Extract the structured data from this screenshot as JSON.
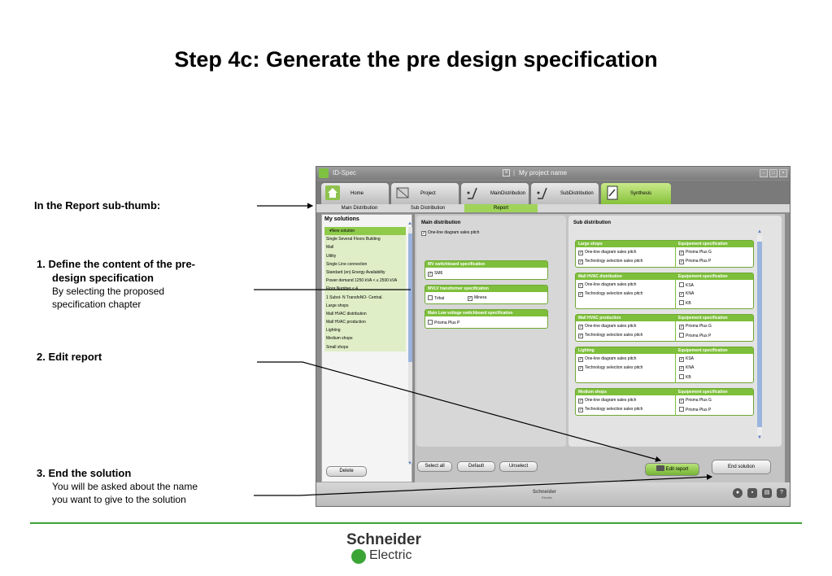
{
  "slide": {
    "title": "Step 4c: Generate the pre design specification",
    "notes": {
      "report_subthumb": "In the Report sub-thumb:",
      "step1_line1": "1. Define the content of the pre-",
      "step1_line2": "design specification",
      "step1_sub1": "By selecting the proposed",
      "step1_sub2": "specification chapter",
      "step2": "2. Edit report",
      "step3": "3. End the solution",
      "step3_sub1": "You will be asked about the name",
      "step3_sub2": "you want to give to the solution"
    },
    "footer_logo": {
      "word1": "Schneider",
      "word2": "Electric"
    }
  },
  "app": {
    "name": "ID-Spec",
    "project_name": "My project name",
    "tabs": [
      "Home",
      "Project",
      "MainDistribution",
      "SubDistribution",
      "Synthesis"
    ],
    "subtabs": [
      "Main Distribution",
      "Sub Distribution",
      "Report"
    ],
    "left_panel": {
      "title": "My solutions",
      "items": [
        "▾New solution",
        "Single Several Floors Building",
        "Mall",
        "Utility",
        "Single Line connection",
        "Standard (en) Energy Availability",
        "Power demand 1250 kVA < ≤ 2500 kVA",
        "Floor Number ≤ 4",
        "1 Subst- N TransfoNO- Central.",
        "Large shops",
        "Mall HVAC distribution",
        "Mall HVAC production",
        "Lighting",
        "Medium shops",
        "Small shops"
      ],
      "delete_label": "Delete"
    },
    "main_distribution": {
      "title": "Main distribution",
      "one_line": "One-line diagram sales pitch",
      "mv_switchboard": {
        "title": "MV switchboard specification",
        "options": [
          "SM6"
        ]
      },
      "mvlv_transformer": {
        "title": "MVLV transformer specification",
        "options": [
          "Trihal",
          "Minera"
        ]
      },
      "main_lv": {
        "title": "Main Low voltage switchboard specification",
        "options": [
          "Prisma Plus P"
        ]
      }
    },
    "sub_distribution": {
      "title": "Sub distribution",
      "equipment_header": "Equipement specification",
      "groups": [
        {
          "name": "Large shops",
          "left": [
            "One-line diagram sales pitch",
            "Technology selection sales pitch"
          ],
          "right": [
            "Prisma Plus G",
            "Prisma Plus P"
          ]
        },
        {
          "name": "Mall HVAC distribution",
          "left": [
            "One-line diagram sales pitch",
            "Technology selection sales pitch"
          ],
          "right": [
            "KSA",
            "KNA",
            "KB"
          ]
        },
        {
          "name": "Mall HVAC production",
          "left": [
            "One-line diagram sales pitch",
            "Technology selection sales pitch"
          ],
          "right": [
            "Prisma Plus G",
            "Prisma Plus P"
          ]
        },
        {
          "name": "Lighting",
          "left": [
            "One-line diagram sales pitch",
            "Technology selection sales pitch"
          ],
          "right": [
            "KSA",
            "KNA",
            "KB"
          ]
        },
        {
          "name": "Medium shops",
          "left": [
            "One-line diagram sales pitch",
            "Technology selection sales pitch"
          ],
          "right": [
            "Prisma Plus G",
            "Prisma Plus P"
          ]
        }
      ]
    },
    "buttons": {
      "select_all": "Select all",
      "default": "Default",
      "unselect": "Unselect",
      "edit_report": "Edit report",
      "end_solution": "End solution"
    },
    "footer": {
      "brand": "Schneider",
      "brand_sub": "Electric"
    }
  }
}
